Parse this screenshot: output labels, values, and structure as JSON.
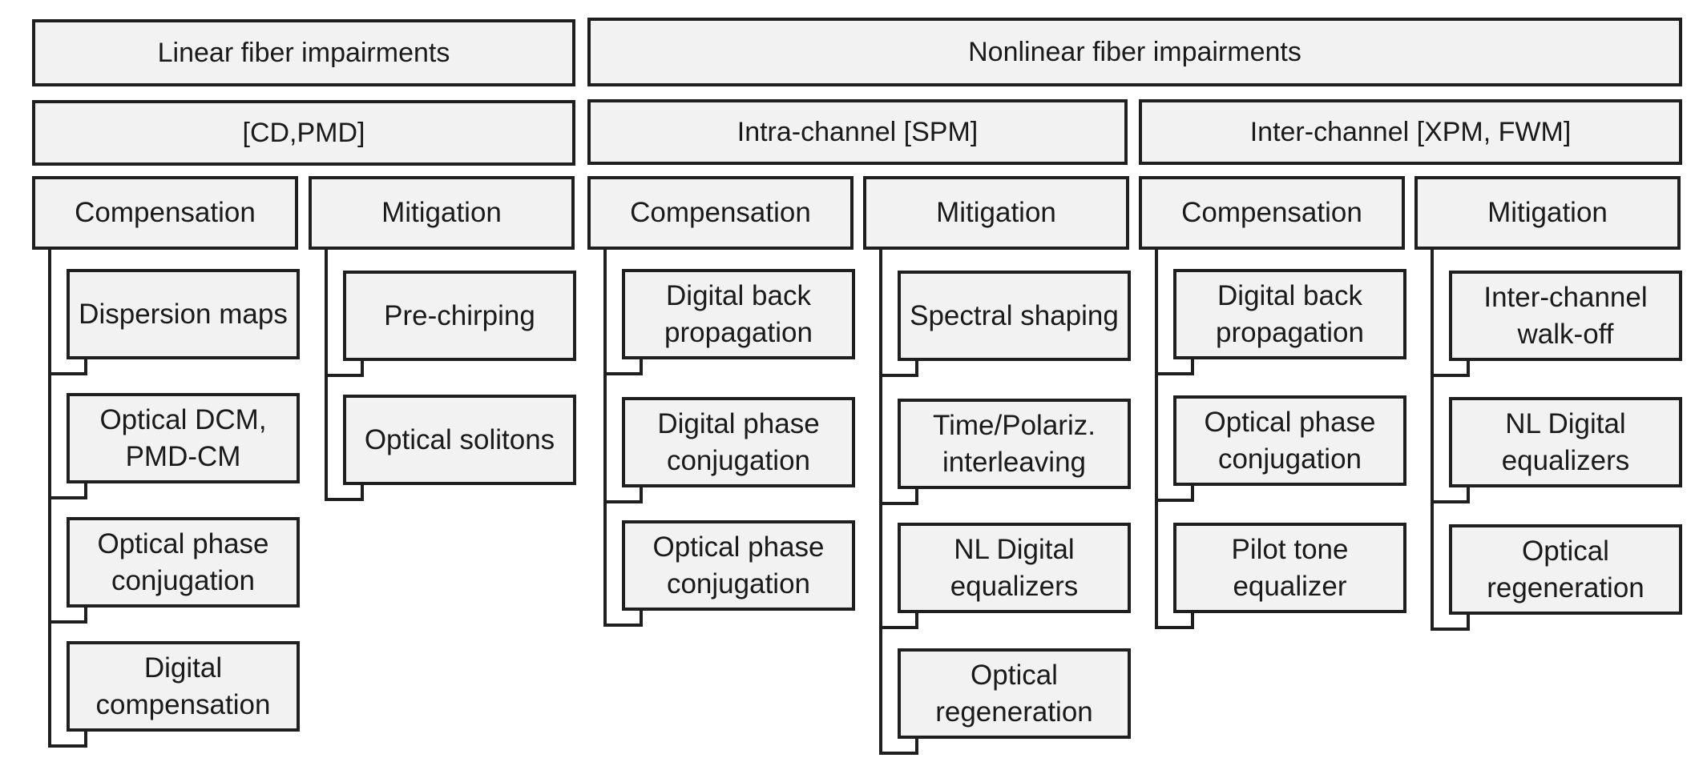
{
  "headers": {
    "linear": "Linear fiber impairments",
    "nonlinear": "Nonlinear fiber impairments"
  },
  "subheaders": {
    "linear": "[CD,PMD]",
    "intra": "Intra-channel [SPM]",
    "inter": "Inter-channel [XPM, FWM]"
  },
  "columns": [
    {
      "label": "Compensation",
      "items": [
        "Dispersion maps",
        "Optical DCM, PMD-CM",
        "Optical phase conjugation",
        "Digital compensation"
      ]
    },
    {
      "label": "Mitigation",
      "items": [
        "Pre-chirping",
        "Optical solitons"
      ]
    },
    {
      "label": "Compensation",
      "items": [
        "Digital back propagation",
        "Digital phase conjugation",
        "Optical phase conjugation"
      ]
    },
    {
      "label": "Mitigation",
      "items": [
        "Spectral shaping",
        "Time/Polariz. interleaving",
        "NL Digital equalizers",
        "Optical regeneration"
      ]
    },
    {
      "label": "Compensation",
      "items": [
        "Digital back propagation",
        "Optical phase conjugation",
        "Pilot tone equalizer"
      ]
    },
    {
      "label": "Mitigation",
      "items": [
        "Inter-channel walk-off",
        "NL Digital equalizers",
        "Optical regeneration"
      ]
    }
  ]
}
